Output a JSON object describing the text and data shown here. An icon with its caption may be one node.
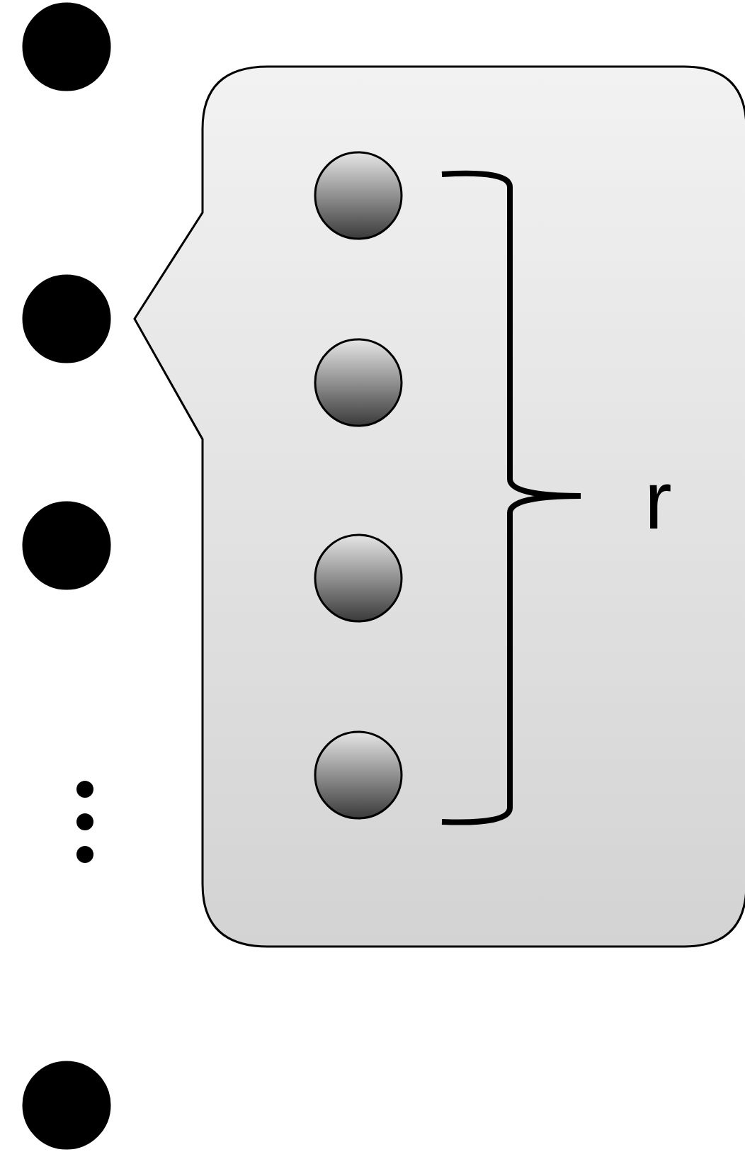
{
  "diagram": {
    "nodes": [
      {
        "text": [],
        "shape": "circle"
      },
      {
        "text": [],
        "shape": "circle"
      },
      {
        "text": [],
        "shape": "circle"
      },
      {
        "text": [],
        "shape": "circle"
      },
      {
        "text": [],
        "shape": "callout"
      },
      {
        "text": [],
        "shape": "circle",
        "in": 4
      },
      {
        "text": [],
        "shape": "circle",
        "in": 4
      },
      {
        "text": [],
        "shape": "circle",
        "in": 4
      },
      {
        "text": [],
        "shape": "circle",
        "in": 4
      }
    ],
    "labels": [
      "r"
    ]
  }
}
